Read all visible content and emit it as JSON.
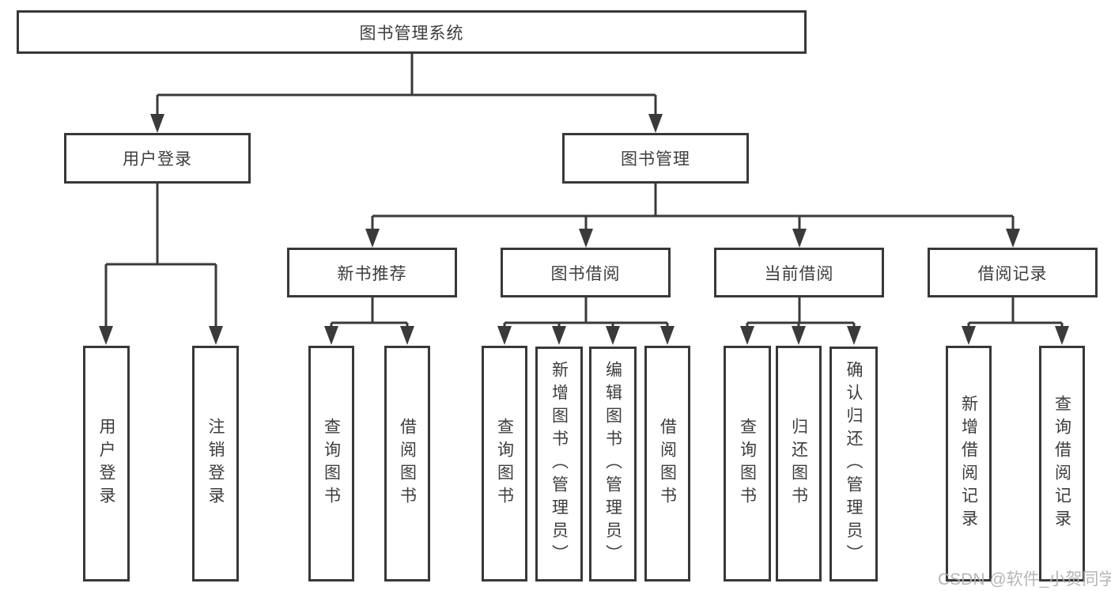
{
  "diagram_type": "tree",
  "tree": {
    "label": "图书管理系统",
    "children": [
      {
        "label": "用户登录",
        "children": [
          {
            "label": "用户登录"
          },
          {
            "label": "注销登录"
          }
        ]
      },
      {
        "label": "图书管理",
        "children": [
          {
            "label": "新书推荐",
            "children": [
              {
                "label": "查询图书"
              },
              {
                "label": "借阅图书"
              }
            ]
          },
          {
            "label": "图书借阅",
            "children": [
              {
                "label": "查询图书"
              },
              {
                "label": "新增图书（管理员）"
              },
              {
                "label": "编辑图书（管理员）"
              },
              {
                "label": "借阅图书"
              }
            ]
          },
          {
            "label": "当前借阅",
            "children": [
              {
                "label": "查询图书"
              },
              {
                "label": "归还图书"
              },
              {
                "label": "确认归还（管理员）"
              }
            ]
          },
          {
            "label": "借阅记录",
            "children": [
              {
                "label": "新增借阅记录"
              },
              {
                "label": "查询借阅记录"
              }
            ]
          }
        ]
      }
    ]
  },
  "watermark": "CSDN @软件_小贺同学",
  "colors": {
    "line": "#3a3a3a",
    "box_border": "#383838",
    "text": "#3d3d3d",
    "watermark": "#b0b0b0",
    "background": "#ffffff"
  }
}
